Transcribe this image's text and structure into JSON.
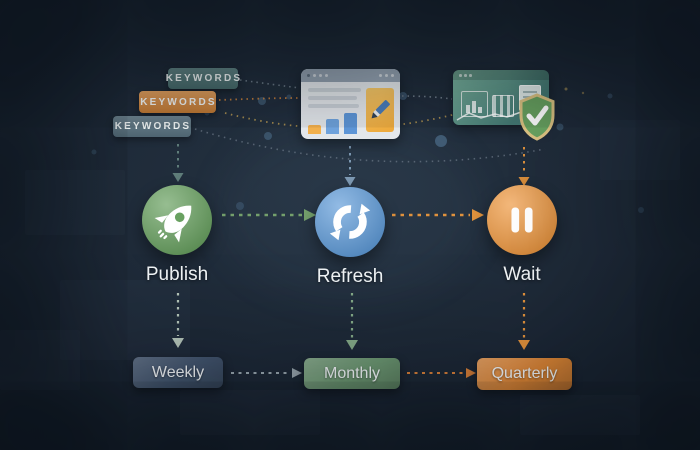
{
  "tags": [
    {
      "label": "KEYWORDS"
    },
    {
      "label": "KEYWORDS"
    },
    {
      "label": "KEYWORDS"
    }
  ],
  "steps": [
    {
      "label": "Publish",
      "icon": "rocket-icon"
    },
    {
      "label": "Refresh",
      "icon": "refresh-icon"
    },
    {
      "label": "Wait",
      "icon": "pause-icon"
    }
  ],
  "cadence": [
    {
      "label": "Weekly"
    },
    {
      "label": "Monthly"
    },
    {
      "label": "Quarterly"
    }
  ],
  "illustrations": {
    "browser": "browser-window-with-bar-chart-and-pencil",
    "audit": "analytics-window-with-shield-check"
  },
  "colors": {
    "background": "#18222e",
    "text": "#f0f4f6",
    "step_publish": "#69a161",
    "step_refresh": "#5f9bd8",
    "step_wait": "#ef9a43",
    "pill_weekly": "#42556e",
    "pill_monthly": "#6b9671",
    "pill_quarterly": "#dd8636",
    "tag_teal": "#4d7475",
    "tag_orange": "#d28539",
    "tag_slate": "#57707e"
  },
  "connector_colors": {
    "keywords_to_publish": "#5f7d7a",
    "browser_to_refresh": "#7d99b3",
    "audit_to_wait": "#d98e3c",
    "publish_to_refresh": "#74a06c",
    "refresh_to_wait": "#e0923d",
    "publish_to_weekly": "#b5c6ba",
    "refresh_to_monthly": "#84aa88",
    "wait_to_quarterly": "#e2923c",
    "weekly_to_monthly": "#97a5ad",
    "monthly_to_quarterly": "#d8813a",
    "dotted_gray": "#7f8d9a",
    "dotted_orange": "#c87f3a",
    "dotted_gold": "#b89a52"
  }
}
